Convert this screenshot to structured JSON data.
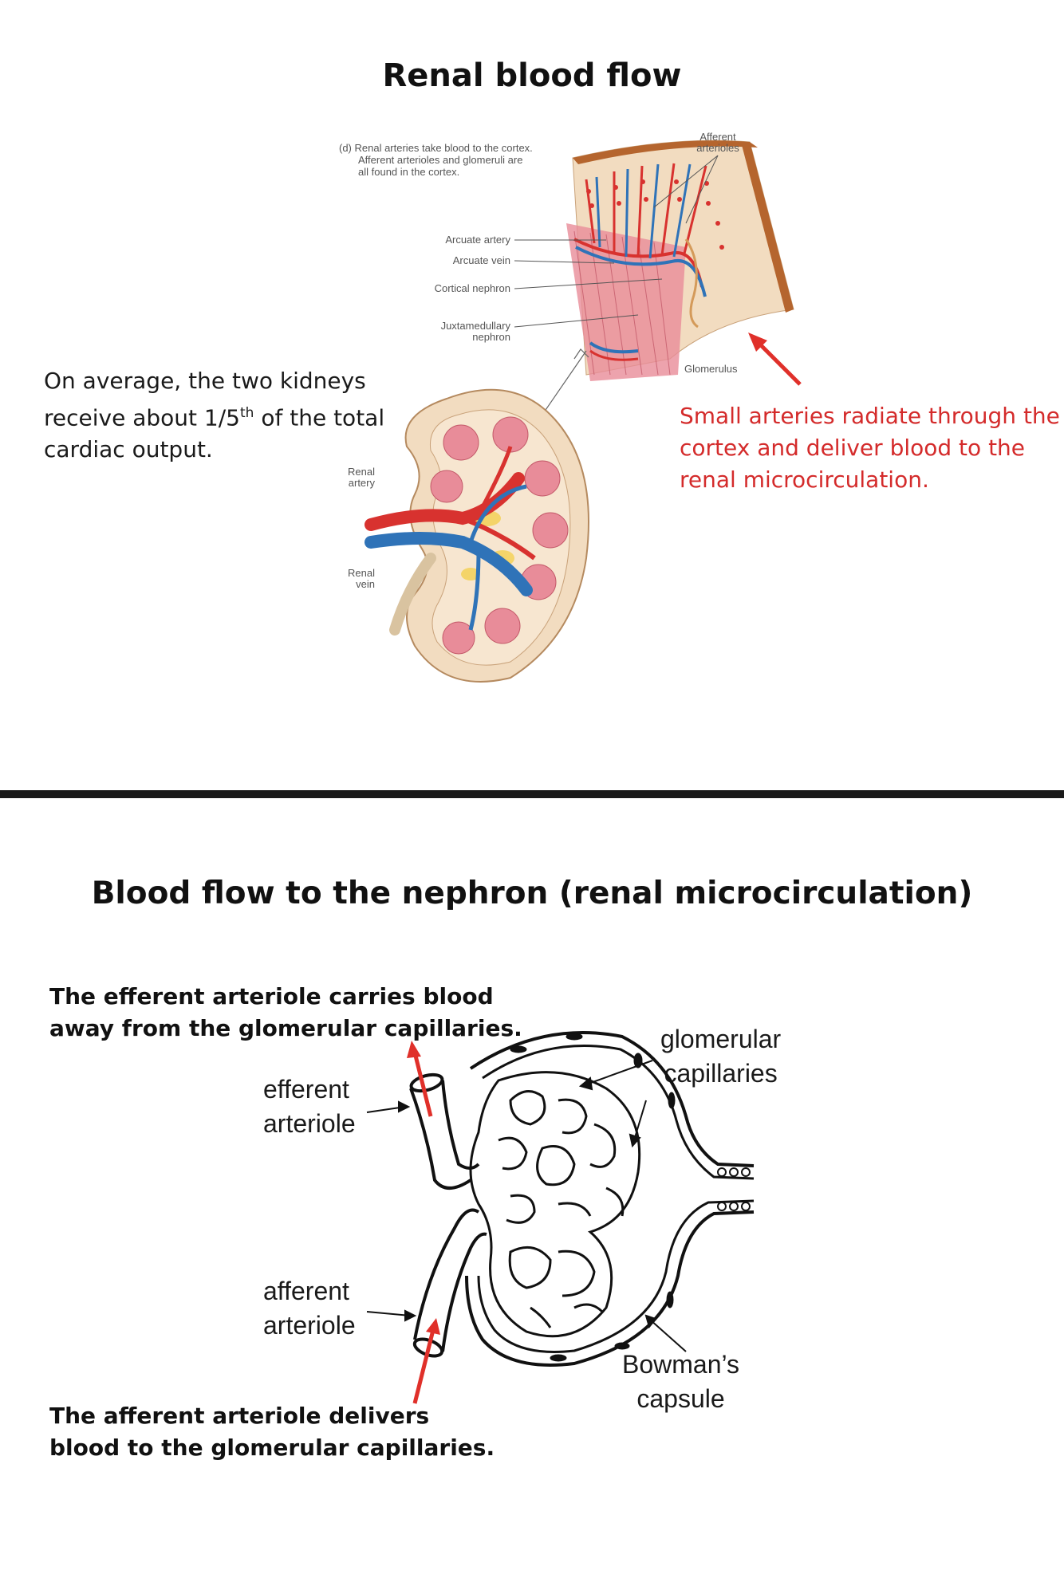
{
  "section1": {
    "title": "Renal blood flow",
    "caption": [
      "(d) Renal arteries take blood to the cortex.",
      "Afferent arterioles and glomeruli are",
      "all found in the cortex."
    ],
    "labels": {
      "arcuate_artery": "Arcuate artery",
      "arcuate_vein": "Arcuate vein",
      "cortical_nephron": "Cortical nephron",
      "juxtamedullary": [
        "Juxtamedullary",
        "nephron"
      ],
      "afferent_arterioles": [
        "Afferent",
        "arterioles"
      ],
      "glomerulus": "Glomerulus",
      "renal_artery": [
        "Renal",
        "artery"
      ],
      "renal_vein": [
        "Renal",
        "vein"
      ]
    },
    "left_note": [
      "On average, the two kidneys",
      "receive about 1/5",
      "th",
      " of the total",
      "cardiac output."
    ],
    "right_note": [
      "Small arteries radiate through the",
      "cortex and deliver blood to the",
      "renal microcirculation."
    ]
  },
  "section2": {
    "title": "Blood flow to the nephron (renal microcirculation)",
    "efferent_note": [
      "The efferent arteriole carries blood",
      "away from the glomerular capillaries."
    ],
    "afferent_note": [
      "The afferent arteriole delivers",
      "blood to the glomerular capillaries."
    ],
    "labels": {
      "efferent": [
        "efferent",
        "arteriole"
      ],
      "afferent": [
        "afferent",
        "arteriole"
      ],
      "glomerular": [
        "glomerular",
        "capillaries"
      ],
      "bowmans": [
        "Bowman’s",
        "capsule"
      ]
    }
  },
  "colors": {
    "text": "#1a1a1a",
    "accent_red": "#d42b2b",
    "artery_red": "#d8322f",
    "vein_blue": "#2f73b8",
    "pyramid_pink": "#e88c99",
    "cortex_tan": "#f2dcc0",
    "capsule_brown": "#b5652e",
    "divider": "#1a1a1a"
  }
}
